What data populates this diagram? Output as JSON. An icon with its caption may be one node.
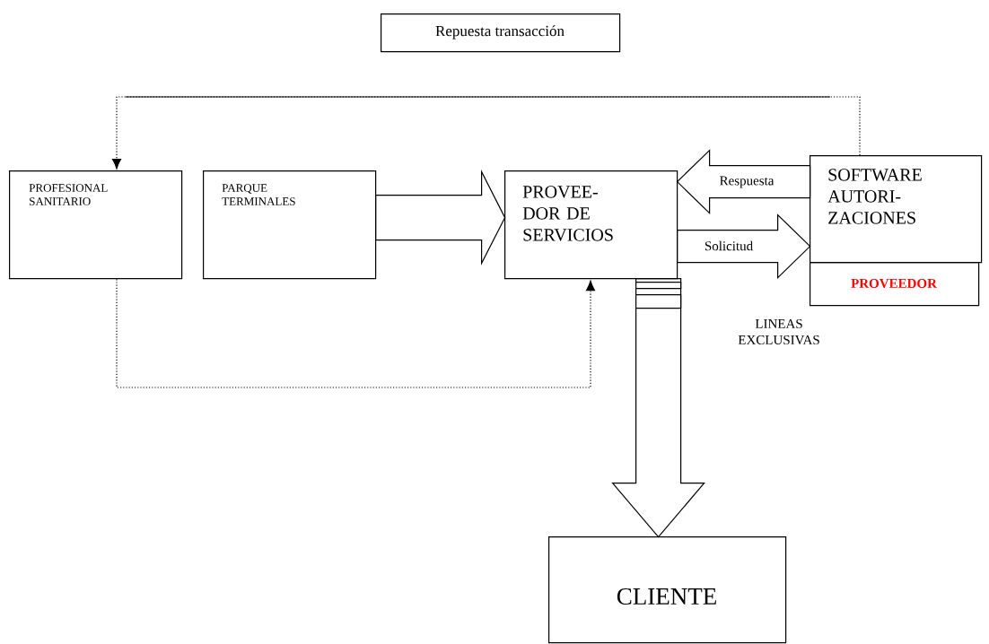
{
  "diagram": {
    "nodes": [
      {
        "text": [
          "Repuesta transacción"
        ]
      },
      {
        "text": [
          "PROFESIONAL SANITARIO"
        ]
      },
      {
        "text": [
          "PARQUE TERMINALES"
        ]
      },
      {
        "text": [
          "PROVEE- DOR DE SERVICIOS"
        ]
      },
      {
        "text": [
          "SOFTWARE AUTORI- ZACIONES"
        ]
      },
      {
        "text": [
          "PROVEEDOR"
        ]
      },
      {
        "text": [
          "CLIENTE"
        ]
      }
    ],
    "edges": [
      {
        "from": 2,
        "to": 3,
        "arrow": "to"
      },
      {
        "from": 4,
        "to": 3,
        "arrow": "to",
        "label": "Respuesta"
      },
      {
        "from": 3,
        "to": 4,
        "arrow": "to",
        "label": "Solicitud"
      },
      {
        "from": 3,
        "to": 6,
        "arrow": "to"
      },
      {
        "from": 4,
        "to": 1,
        "arrow": "to",
        "style": "dashed"
      },
      {
        "from": 1,
        "to": 3,
        "arrow": "to",
        "style": "dashed"
      }
    ],
    "labels": [
      "LINEAS EXCLUSIVAS"
    ]
  }
}
